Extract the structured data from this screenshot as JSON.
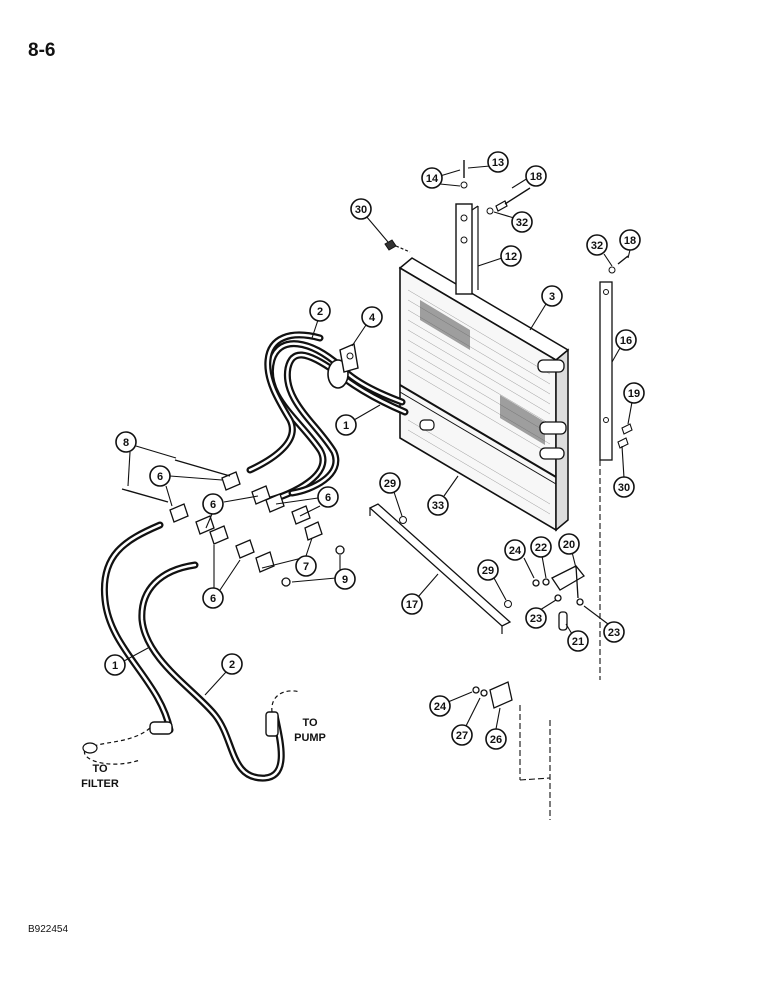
{
  "page": {
    "number": "8-6",
    "figure_code": "B922454"
  },
  "labels": {
    "to_pump_line1": "TO",
    "to_pump_line2": "PUMP",
    "to_filter_line1": "TO",
    "to_filter_line2": "FILTER"
  },
  "callouts": [
    "1",
    "1",
    "2",
    "2",
    "3",
    "4",
    "6",
    "6",
    "6",
    "6",
    "7",
    "8",
    "9",
    "12",
    "13",
    "14",
    "16",
    "17",
    "18",
    "18",
    "19",
    "20",
    "21",
    "22",
    "23",
    "23",
    "24",
    "24",
    "26",
    "27",
    "29",
    "29",
    "30",
    "30",
    "32",
    "32",
    "33"
  ]
}
